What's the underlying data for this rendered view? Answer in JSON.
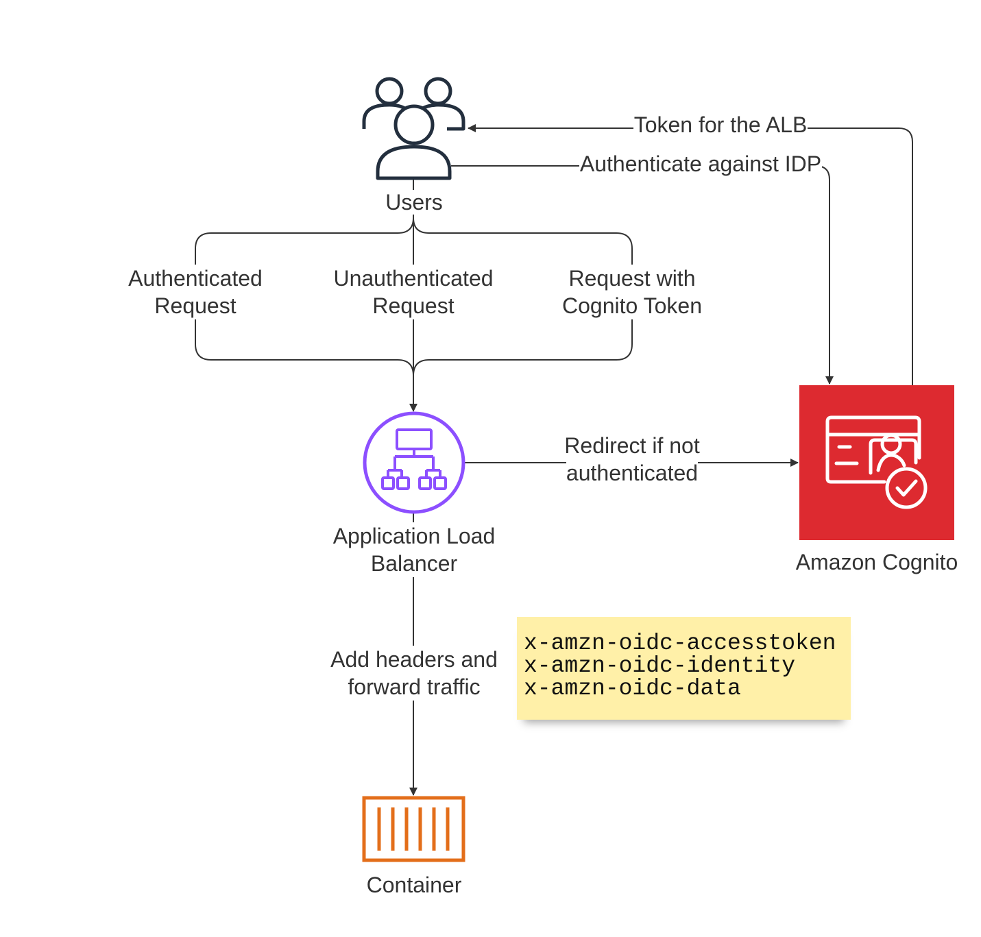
{
  "nodes": {
    "users": {
      "label": "Users"
    },
    "alb": {
      "label_lines": [
        "Application Load",
        "Balancer"
      ]
    },
    "cognito": {
      "label": "Amazon Cognito"
    },
    "container": {
      "label": "Container"
    }
  },
  "edges": {
    "token": {
      "label": "Token for the ALB"
    },
    "authenticate": {
      "label": "Authenticate against IDP"
    },
    "authenticated_request": {
      "label_lines": [
        "Authenticated",
        "Request"
      ]
    },
    "unauthenticated_request": {
      "label_lines": [
        "Unauthenticated",
        "Request"
      ]
    },
    "request_with_token": {
      "label_lines": [
        "Request with",
        "Cognito Token"
      ]
    },
    "redirect": {
      "label_lines": [
        "Redirect if not",
        "authenticated"
      ]
    },
    "forward": {
      "label_lines": [
        "Add headers and",
        "forward traffic"
      ]
    }
  },
  "note": {
    "lines": [
      "x-amzn-oidc-accesstoken",
      "x-amzn-oidc-identity",
      "x-amzn-oidc-data"
    ]
  },
  "colors": {
    "users_icon": "#232f3e",
    "alb_icon": "#8c4fff",
    "cognito_bg": "#dd2a30",
    "container_icon": "#e36e1a",
    "note_bg": "#fff0a8",
    "connector": "#333333"
  },
  "icons": {
    "users": "users-group-icon",
    "alb": "load-balancer-icon",
    "cognito": "cognito-identity-icon",
    "container": "container-icon"
  }
}
